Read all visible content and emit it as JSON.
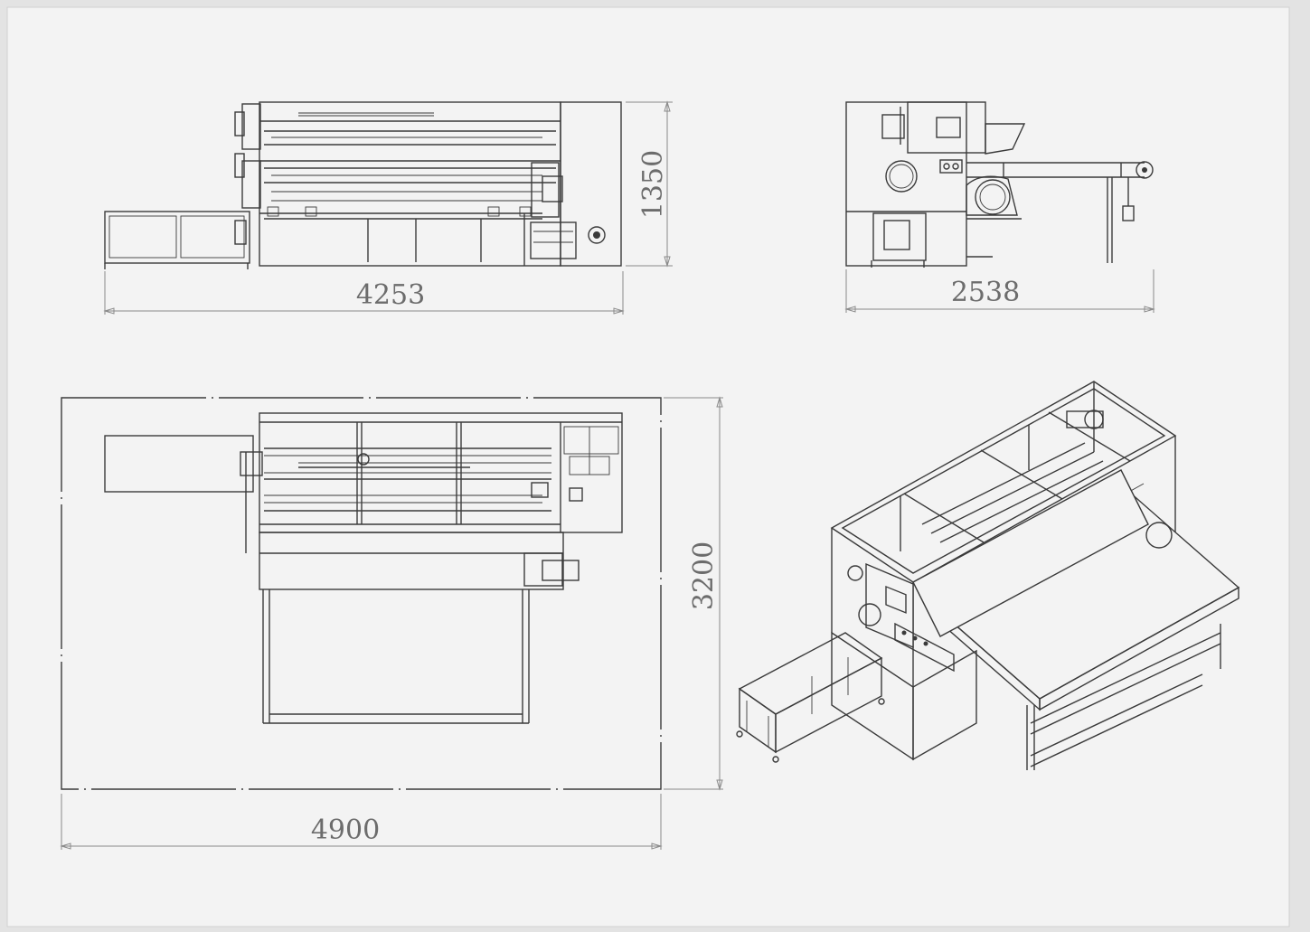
{
  "dimensions": {
    "front_width": "4253",
    "front_height": "1350",
    "side_width": "2538",
    "top_width": "4900",
    "top_depth": "3200"
  },
  "colors": {
    "background": "#e3e3e3",
    "sheet": "#f3f3f3",
    "line": "#3a3a3a",
    "dimension_text": "#6c6c6c"
  }
}
